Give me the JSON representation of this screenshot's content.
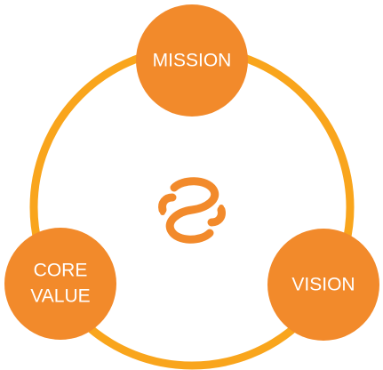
{
  "colors": {
    "ring": "#F9A51C",
    "node_fill": "#F28A2B",
    "node_text": "#ffffff",
    "logo": "#F28A2B"
  },
  "center_logo": {
    "icon": "interlocking-s-logo-icon"
  },
  "nodes": [
    {
      "id": "mission",
      "lines": [
        "MISSION"
      ]
    },
    {
      "id": "core-value",
      "lines": [
        "CORE",
        "VALUE"
      ]
    },
    {
      "id": "vision",
      "lines": [
        "VISION"
      ]
    }
  ]
}
